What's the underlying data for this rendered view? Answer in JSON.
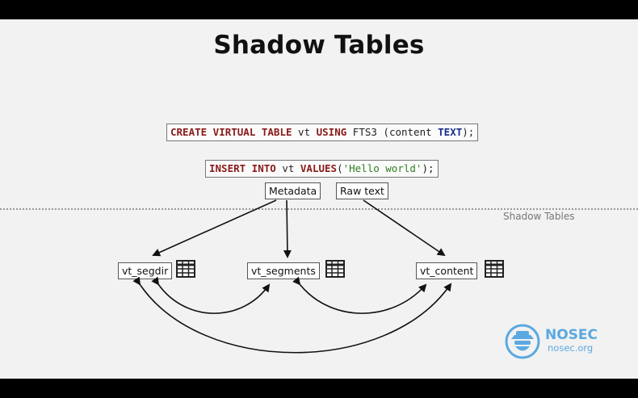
{
  "title": "Shadow Tables",
  "statements": {
    "create": [
      {
        "text": "CREATE VIRTUAL TABLE",
        "style": "kw"
      },
      {
        "text": " vt ",
        "style": "plain"
      },
      {
        "text": "USING",
        "style": "kw"
      },
      {
        "text": " FTS3 (content ",
        "style": "plain"
      },
      {
        "text": "TEXT",
        "style": "ty"
      },
      {
        "text": ");",
        "style": "plain"
      }
    ],
    "insert": [
      {
        "text": "INSERT INTO",
        "style": "kw"
      },
      {
        "text": " vt ",
        "style": "plain"
      },
      {
        "text": "VALUES",
        "style": "kw"
      },
      {
        "text": "(",
        "style": "plain"
      },
      {
        "text": "'Hello world'",
        "style": "str"
      },
      {
        "text": ");",
        "style": "plain"
      }
    ]
  },
  "sources": {
    "metadata": "Metadata",
    "raw_text": "Raw text"
  },
  "region_label": "Shadow Tables",
  "tables": {
    "segdir": "vt_segdir",
    "segments": "vt_segments",
    "content": "vt_content"
  },
  "icons": [
    "table-icon"
  ],
  "colors": {
    "keyword": "#8b1a1a",
    "type": "#1a2f8b",
    "string": "#2e7d1f",
    "logo": "#5aa9e0"
  },
  "logo": {
    "name": "NOSEC",
    "url": "nosec.org"
  }
}
